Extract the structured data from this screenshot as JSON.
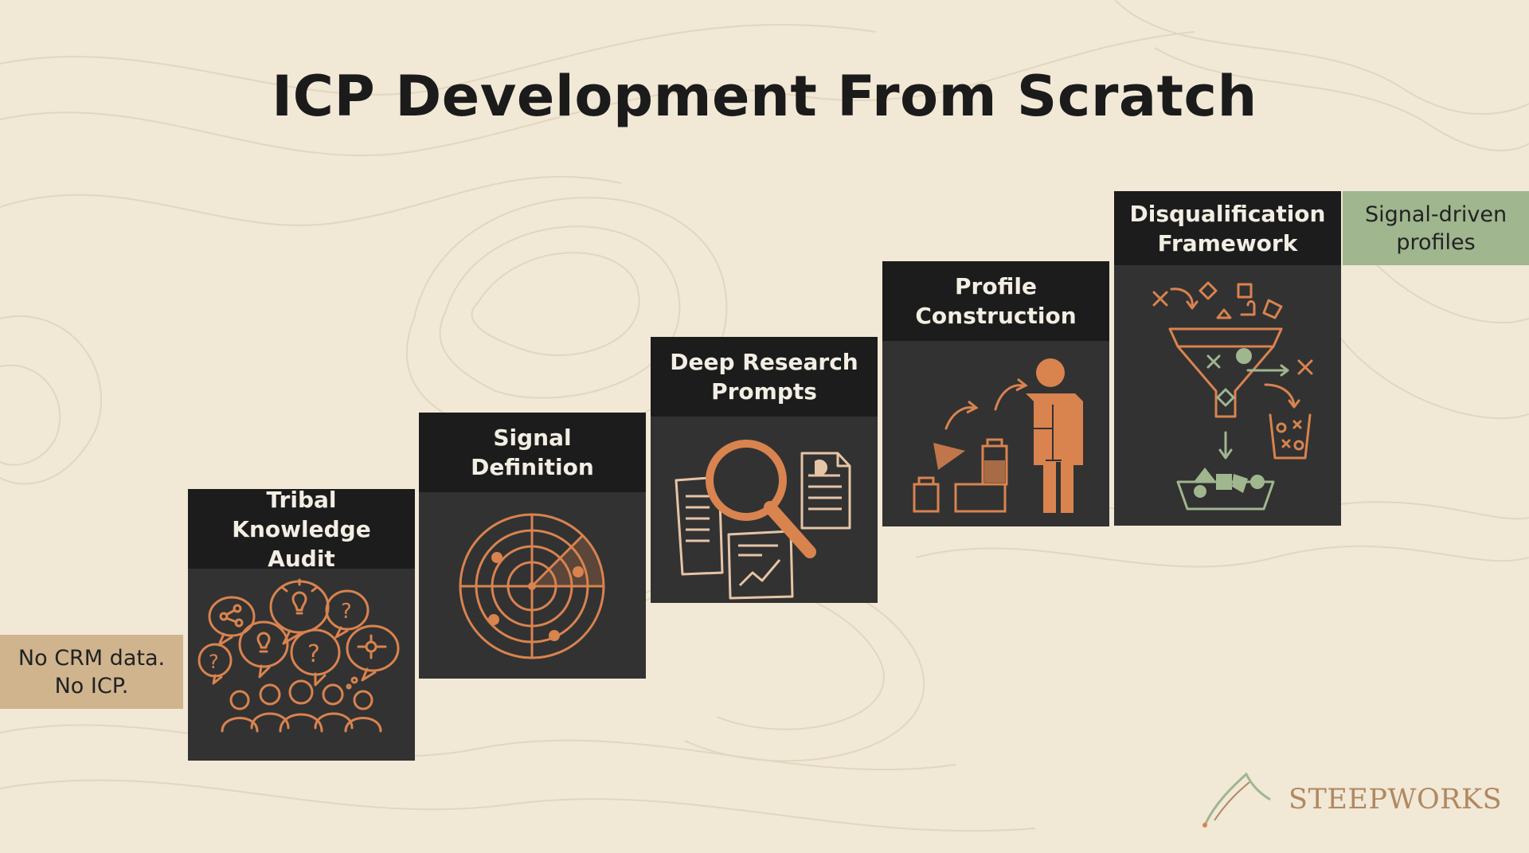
{
  "title": "ICP Development From Scratch",
  "start_note": "No CRM data.\nNo ICP.",
  "end_note": "Signal-driven\nprofiles",
  "steps": [
    {
      "label": "Tribal Knowledge\nAudit",
      "icon": "speech-bubbles-people-icon"
    },
    {
      "label": "Signal\nDefinition",
      "icon": "radar-icon"
    },
    {
      "label": "Deep Research\nPrompts",
      "icon": "magnifying-glass-documents-icon"
    },
    {
      "label": "Profile\nConstruction",
      "icon": "profile-blocks-icon"
    },
    {
      "label": "Disqualification\nFramework",
      "icon": "funnel-filter-icon"
    }
  ],
  "logo": {
    "text": "STEEPWORKS"
  },
  "colors": {
    "accent": "#d9834f",
    "green": "#9fb68f",
    "tan": "#cfb48e",
    "dark": "#323232",
    "header": "#1c1c1c"
  }
}
